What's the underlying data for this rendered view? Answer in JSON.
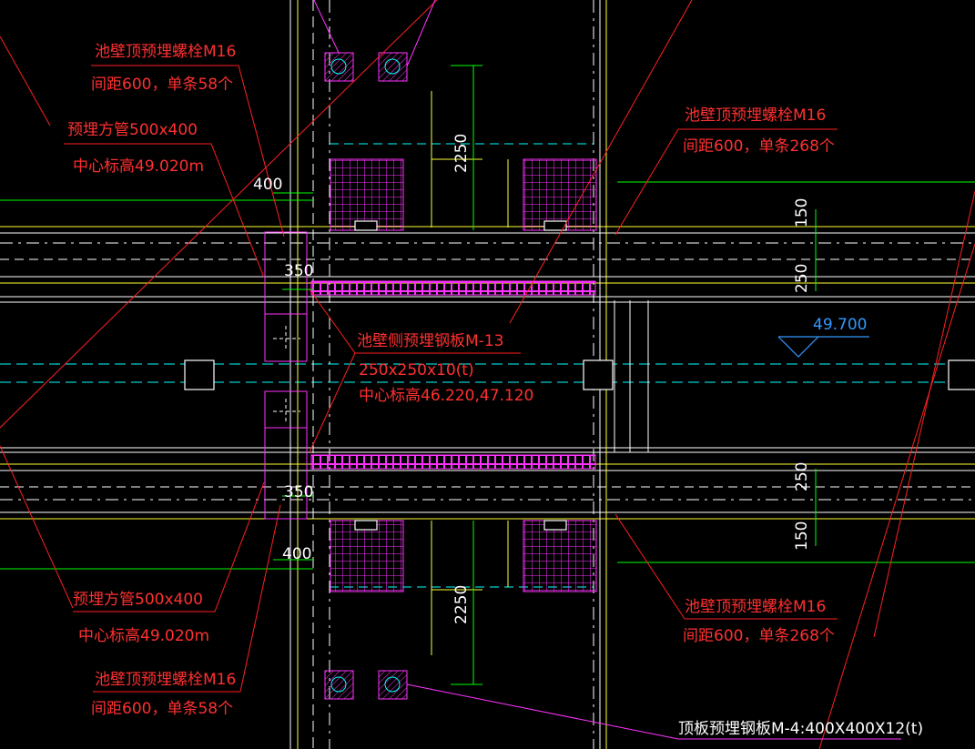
{
  "colors": {
    "background": "#000000",
    "white": "#ffffff",
    "yellow": "#ffff33",
    "cyan": "#00ffff",
    "red": "#ff2020",
    "green": "#00ff00",
    "magenta": "#ff33ff",
    "label_red": "#ff3030",
    "level_blue": "#3399ff"
  },
  "annotations": {
    "bolt_top_left_title": "池壁顶预埋螺栓M16",
    "bolt_top_left_spec": "间距600，单条58个",
    "pipe_top_title": "预埋方管500x400",
    "pipe_top_elev": "中心标高49.020m",
    "bolt_top_right_title": "池壁顶预埋螺栓M16",
    "bolt_top_right_spec": "间距600，单条268个",
    "plate_side_title": "池壁侧预埋钢板M-13",
    "plate_side_size": "250x250x10(t)",
    "plate_side_elev": "中心标高46.220,47.120",
    "bolt_bottom_right_title": "池壁顶预埋螺栓M16",
    "bolt_bottom_right_spec": "间距600，单条268个",
    "pipe_bottom_title": "预埋方管500x400",
    "pipe_bottom_elev": "中心标高49.020m",
    "bolt_bottom_left_title": "池壁顶预埋螺栓M16",
    "bolt_bottom_left_spec": "间距600，单条58个",
    "roof_plate": "顶板预埋钢板M-4:400X400X12(t)"
  },
  "dimensions": {
    "d400_top": "400",
    "d350_top": "350",
    "d2250_top": "2250",
    "d150_top": "150",
    "d250_top": "250",
    "d250_bottom": "250",
    "d150_bottom": "150",
    "d350_bottom": "350",
    "d400_bottom": "400",
    "d2250_bottom": "2250"
  },
  "level_mark": "49.700"
}
